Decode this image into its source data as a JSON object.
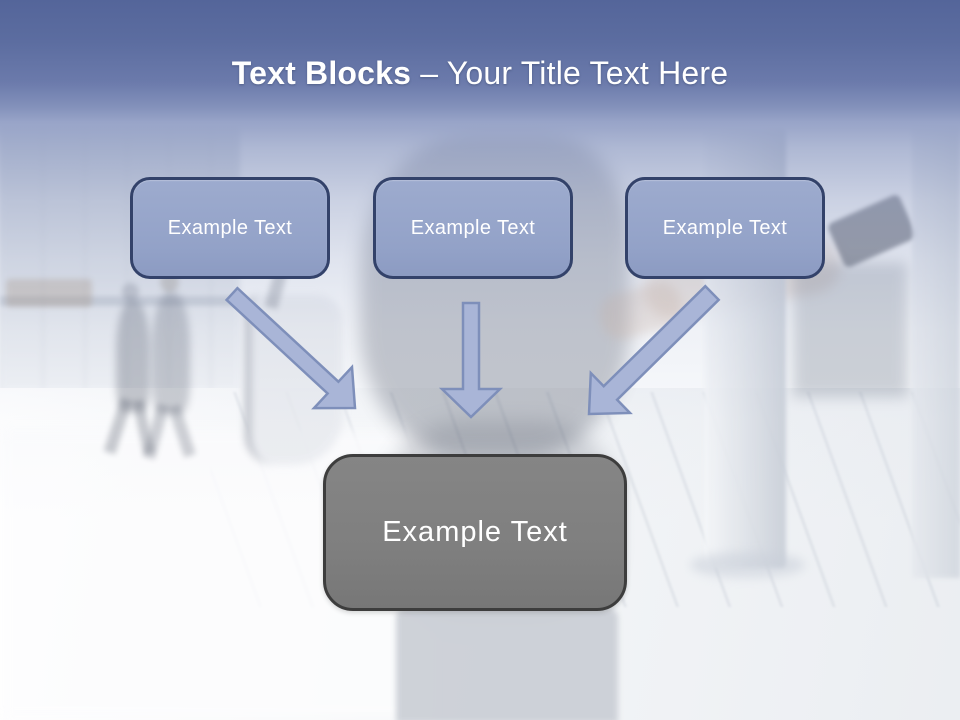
{
  "slide": {
    "title": {
      "bold": "Text Blocks",
      "rest": "– Your Title Text Here"
    },
    "text_blocks": [
      {
        "label": "Example Text"
      },
      {
        "label": "Example Text"
      },
      {
        "label": "Example Text"
      }
    ],
    "summary_block": {
      "label": "Example Text"
    }
  },
  "colors": {
    "header_top": "#54659a",
    "header_mid": "#6b7aab",
    "header_bottom": "#98a4c8",
    "block_fill": "#93a2c8",
    "block_fill_light": "#9dabce",
    "block_border": "#33426a",
    "arrow_fill": "#a9b5d7",
    "arrow_border": "#7e8fba",
    "summary_fill": "#7f7f7f",
    "summary_border": "#3d3d3d",
    "title_text": "#ffffff",
    "block_text": "#ffffff"
  }
}
